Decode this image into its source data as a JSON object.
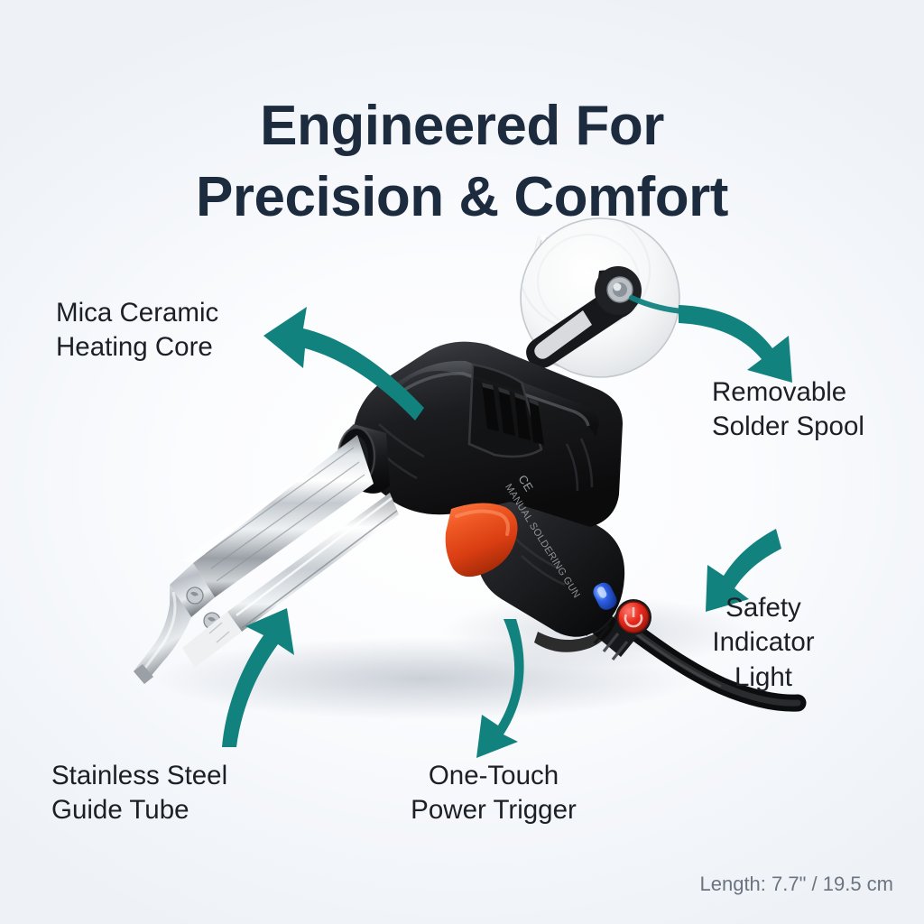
{
  "background": {
    "base_color": "#f2f5f9",
    "center_color": "#ffffff"
  },
  "headline": {
    "line1": "Engineered For",
    "line2": "Precision & Comfort",
    "color": "#1d2b3f"
  },
  "accent": {
    "arrow_color": "#12827f",
    "arrow_color_dark": "#0d6f6d",
    "trigger_color": "#e8491f",
    "led_blue": "#1b4fd8",
    "power_red": "#e02020"
  },
  "callouts": [
    {
      "id": "heating-core",
      "line1": "Mica Ceramic",
      "line2": "Heating Core",
      "arrow": "curved-left"
    },
    {
      "id": "solder-spool",
      "line1": "Removable",
      "line2": "Solder Spool",
      "arrow": "curved-down-right"
    },
    {
      "id": "indicator-light",
      "line1": "Safety",
      "line2": "Indicator",
      "line3": "Light",
      "arrow": "curved-down-left"
    },
    {
      "id": "guide-tube",
      "line1": "Stainless Steel",
      "line2": "Guide Tube",
      "arrow": "curved-up"
    },
    {
      "id": "power-trigger",
      "line1": "One-Touch",
      "line2": "Power Trigger",
      "arrow": "curved-down"
    }
  ],
  "product": {
    "name": "automatic-solder-feed-gun",
    "body_color": "#1b1b1d",
    "chrome_color": "#d7dce0",
    "spool_color": "#f4f5f6",
    "printed_marking": "CE  MANUAL SOLDERING GUN"
  },
  "length_caption": {
    "text": "Length: 7.7\" / 19.5 cm",
    "color": "#6b7480"
  }
}
